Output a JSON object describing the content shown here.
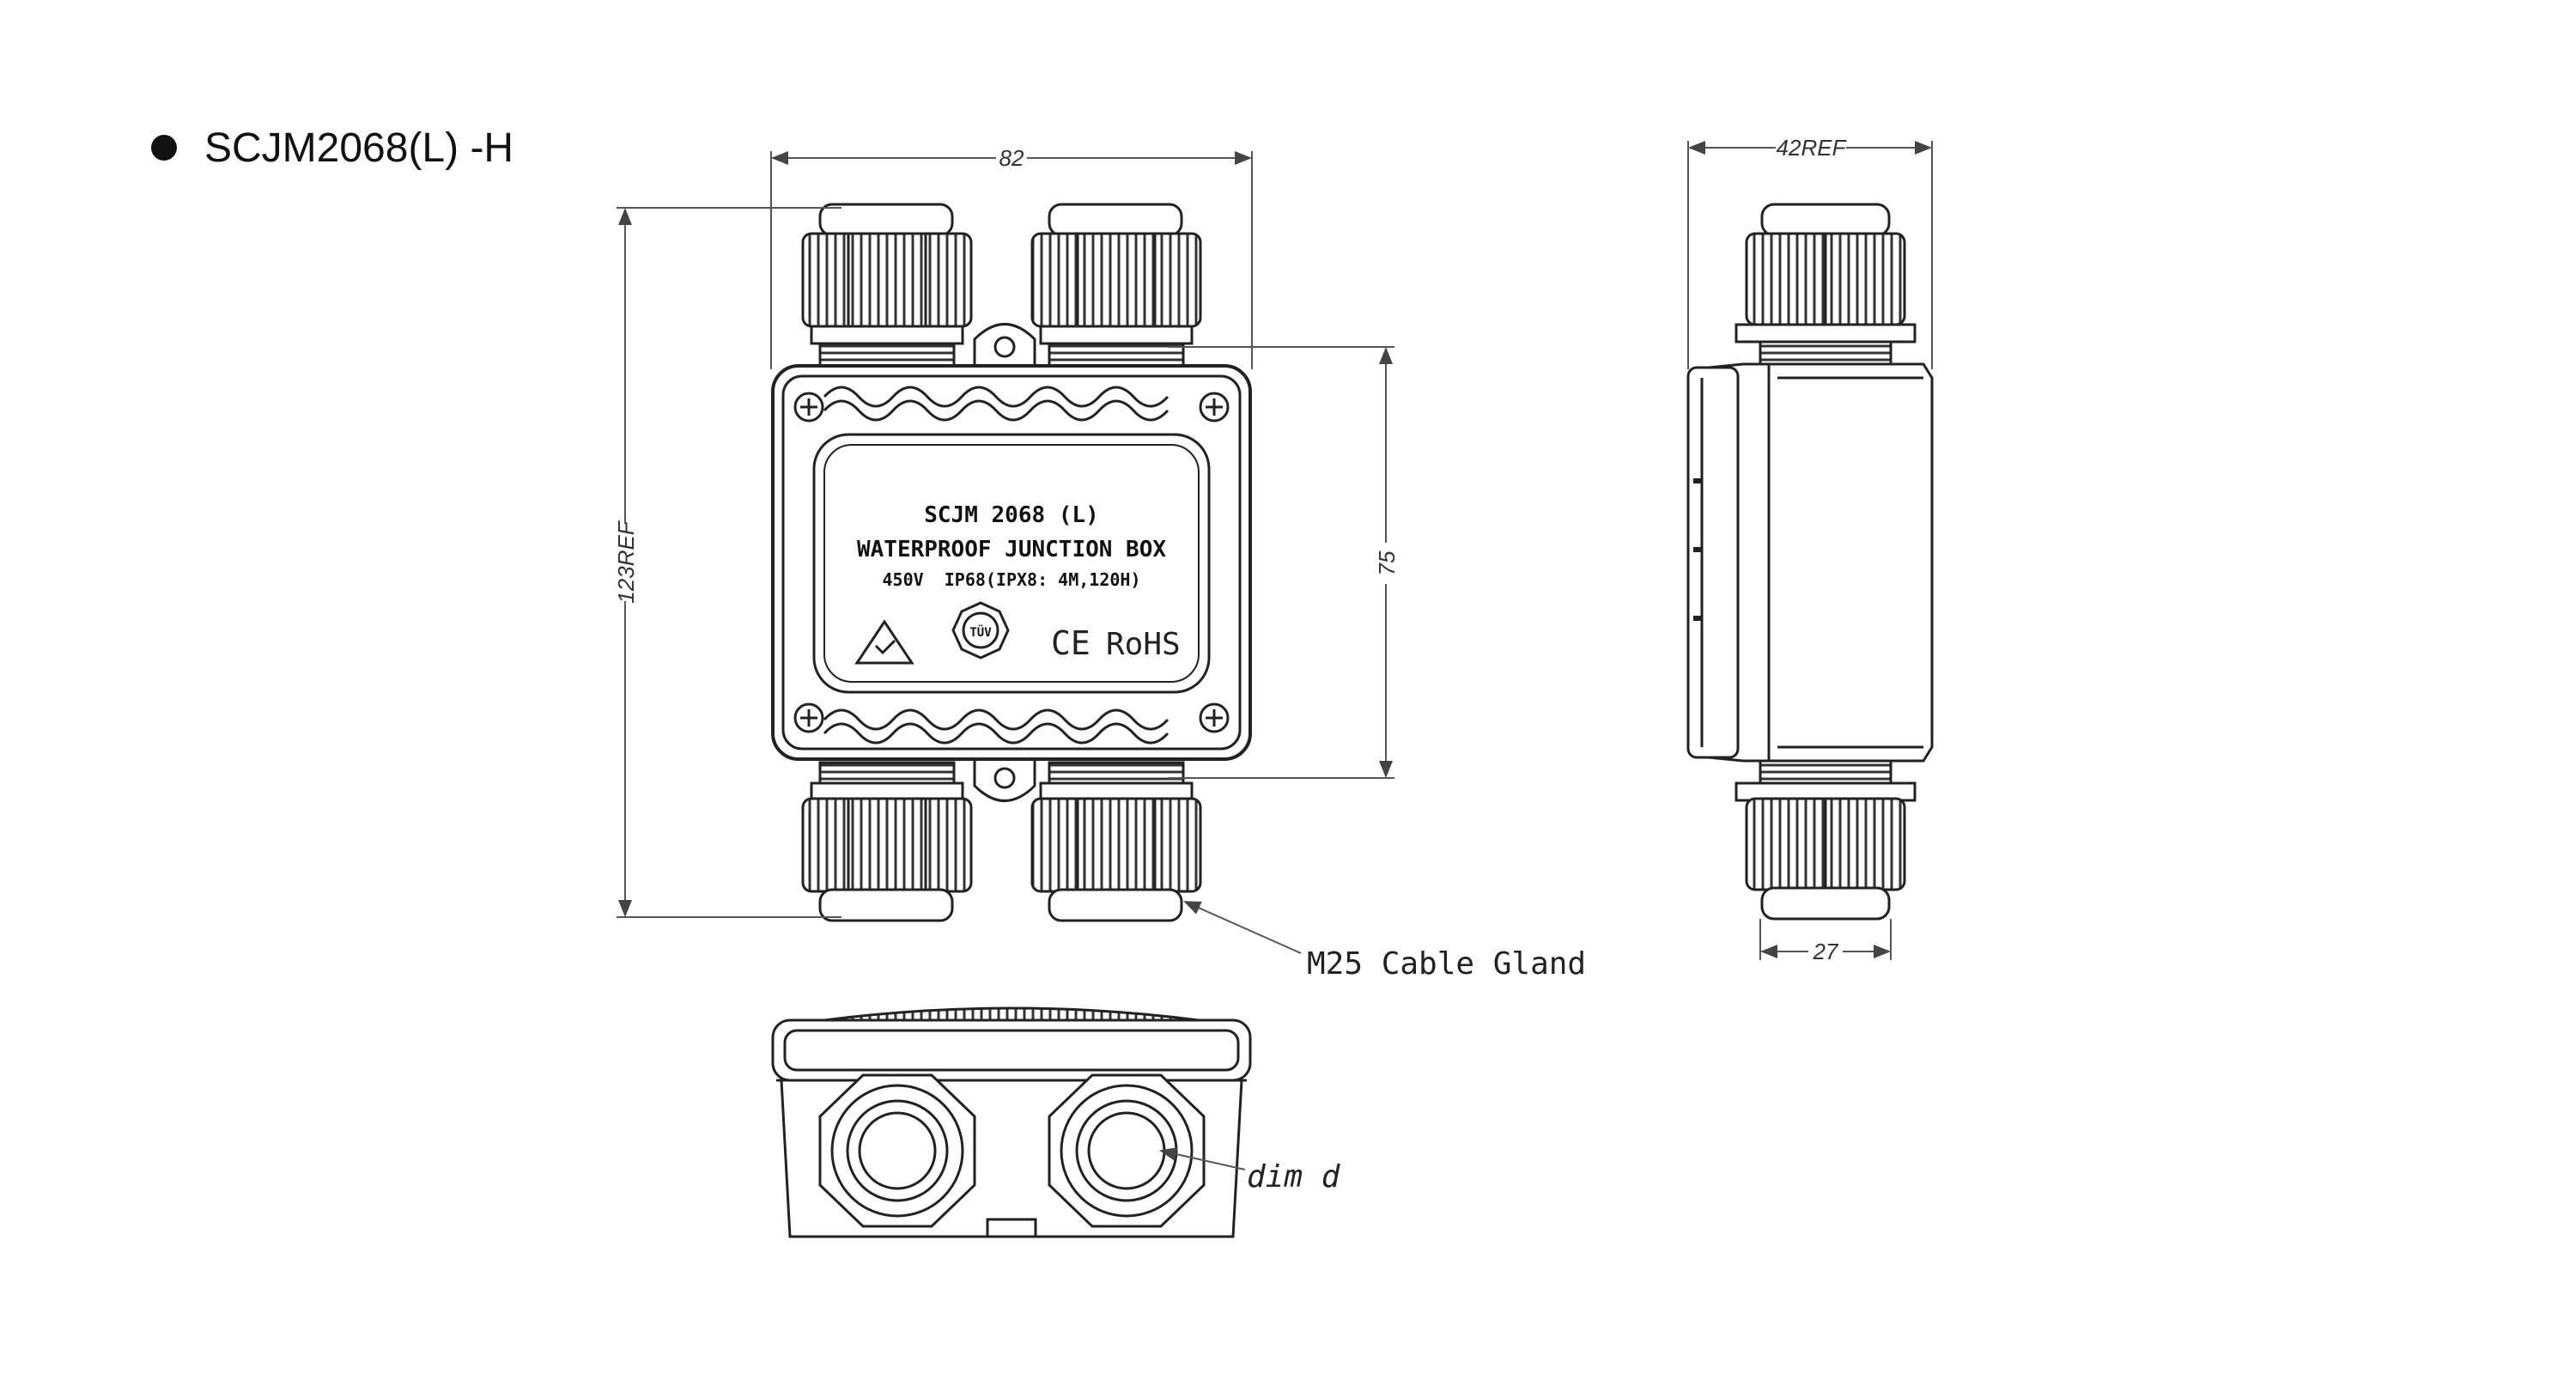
{
  "model": {
    "title": "SCJM2068(L) -H"
  },
  "dimensions": {
    "width_top": "82",
    "height_total": "123REF",
    "height_body": "75",
    "depth_top": "42REF",
    "depth_bottom": "27"
  },
  "labels": {
    "plate_line1": "SCJM 2068 (L)",
    "plate_line2": "WATERPROOF JUNCTION BOX",
    "plate_line3": "450V  IP68(IPX8: 4M,120H)",
    "tuv_mark": "TÜV",
    "ce_mark": "CE",
    "rohs_mark": "RoHS",
    "gland_callout": "M25 Cable Gland",
    "dim_d": "dim d"
  },
  "colors": {
    "line": "#222222",
    "dim_line": "#555555",
    "background": "#ffffff"
  },
  "icons": [
    "bullet-icon",
    "screw-icon",
    "tuv-icon",
    "certification-triangle-icon"
  ]
}
